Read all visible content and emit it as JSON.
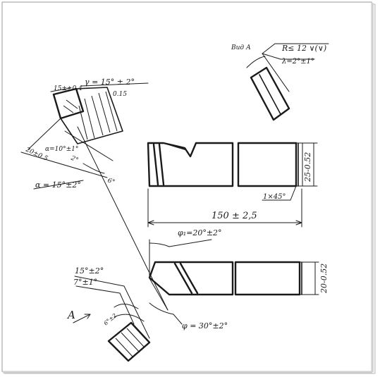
{
  "drawing": {
    "view_label": "Вид А",
    "roughness_label": "R≤ 12 ∨(∨)",
    "lambda_label": "λ=2°±1°",
    "gamma_label": "γ = 15° ± 2°",
    "chamfer_width_label": "15±±0.4",
    "radius_small_label": "0.15",
    "alpha_r_label": "α=10°±1°",
    "angle_small_label": "2°",
    "height_label": "20±0.5",
    "alpha_label": "α = 15°±2°",
    "angle_label_6": "6°",
    "height_top_label": "25-0.52",
    "chamfer_label": "1×45°",
    "length_label": "150 ± 2,5",
    "phi1_label": "φ₁=20°±2°",
    "angle_15_label": "15°±2°",
    "angle_7_label": "7°±1°",
    "width_label": "20-0.52",
    "view_arrow_label": "A",
    "phi_label": "φ = 30°±2°",
    "angle_small2_label": "6°±2"
  }
}
